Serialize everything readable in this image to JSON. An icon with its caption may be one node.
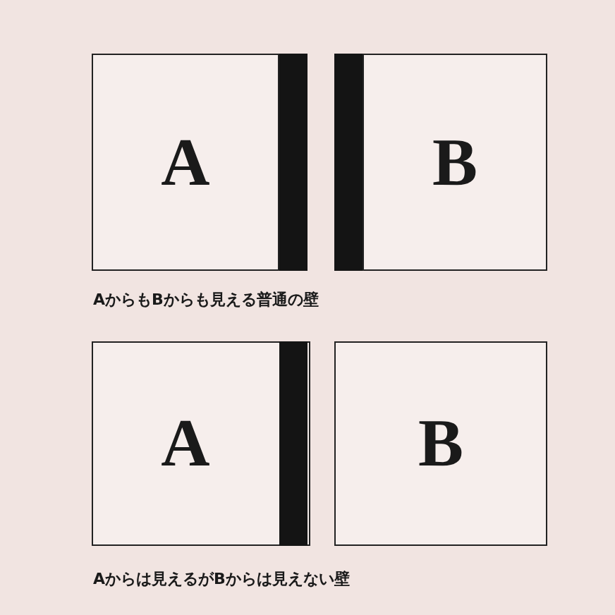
{
  "diagram": {
    "nodes": [
      {
        "text": [
          "A"
        ]
      },
      {
        "text": [],
        "shape": "bar"
      },
      {
        "text": [],
        "shape": "bar"
      },
      {
        "text": [
          "B"
        ]
      },
      {
        "text": [
          "A"
        ]
      },
      {
        "text": [],
        "shape": "bar",
        "in": 4
      },
      {
        "text": [
          "B"
        ]
      }
    ],
    "labels": [
      "AからもBからも見える普通の壁",
      "Aからは見えるがBからは見えない壁"
    ]
  }
}
